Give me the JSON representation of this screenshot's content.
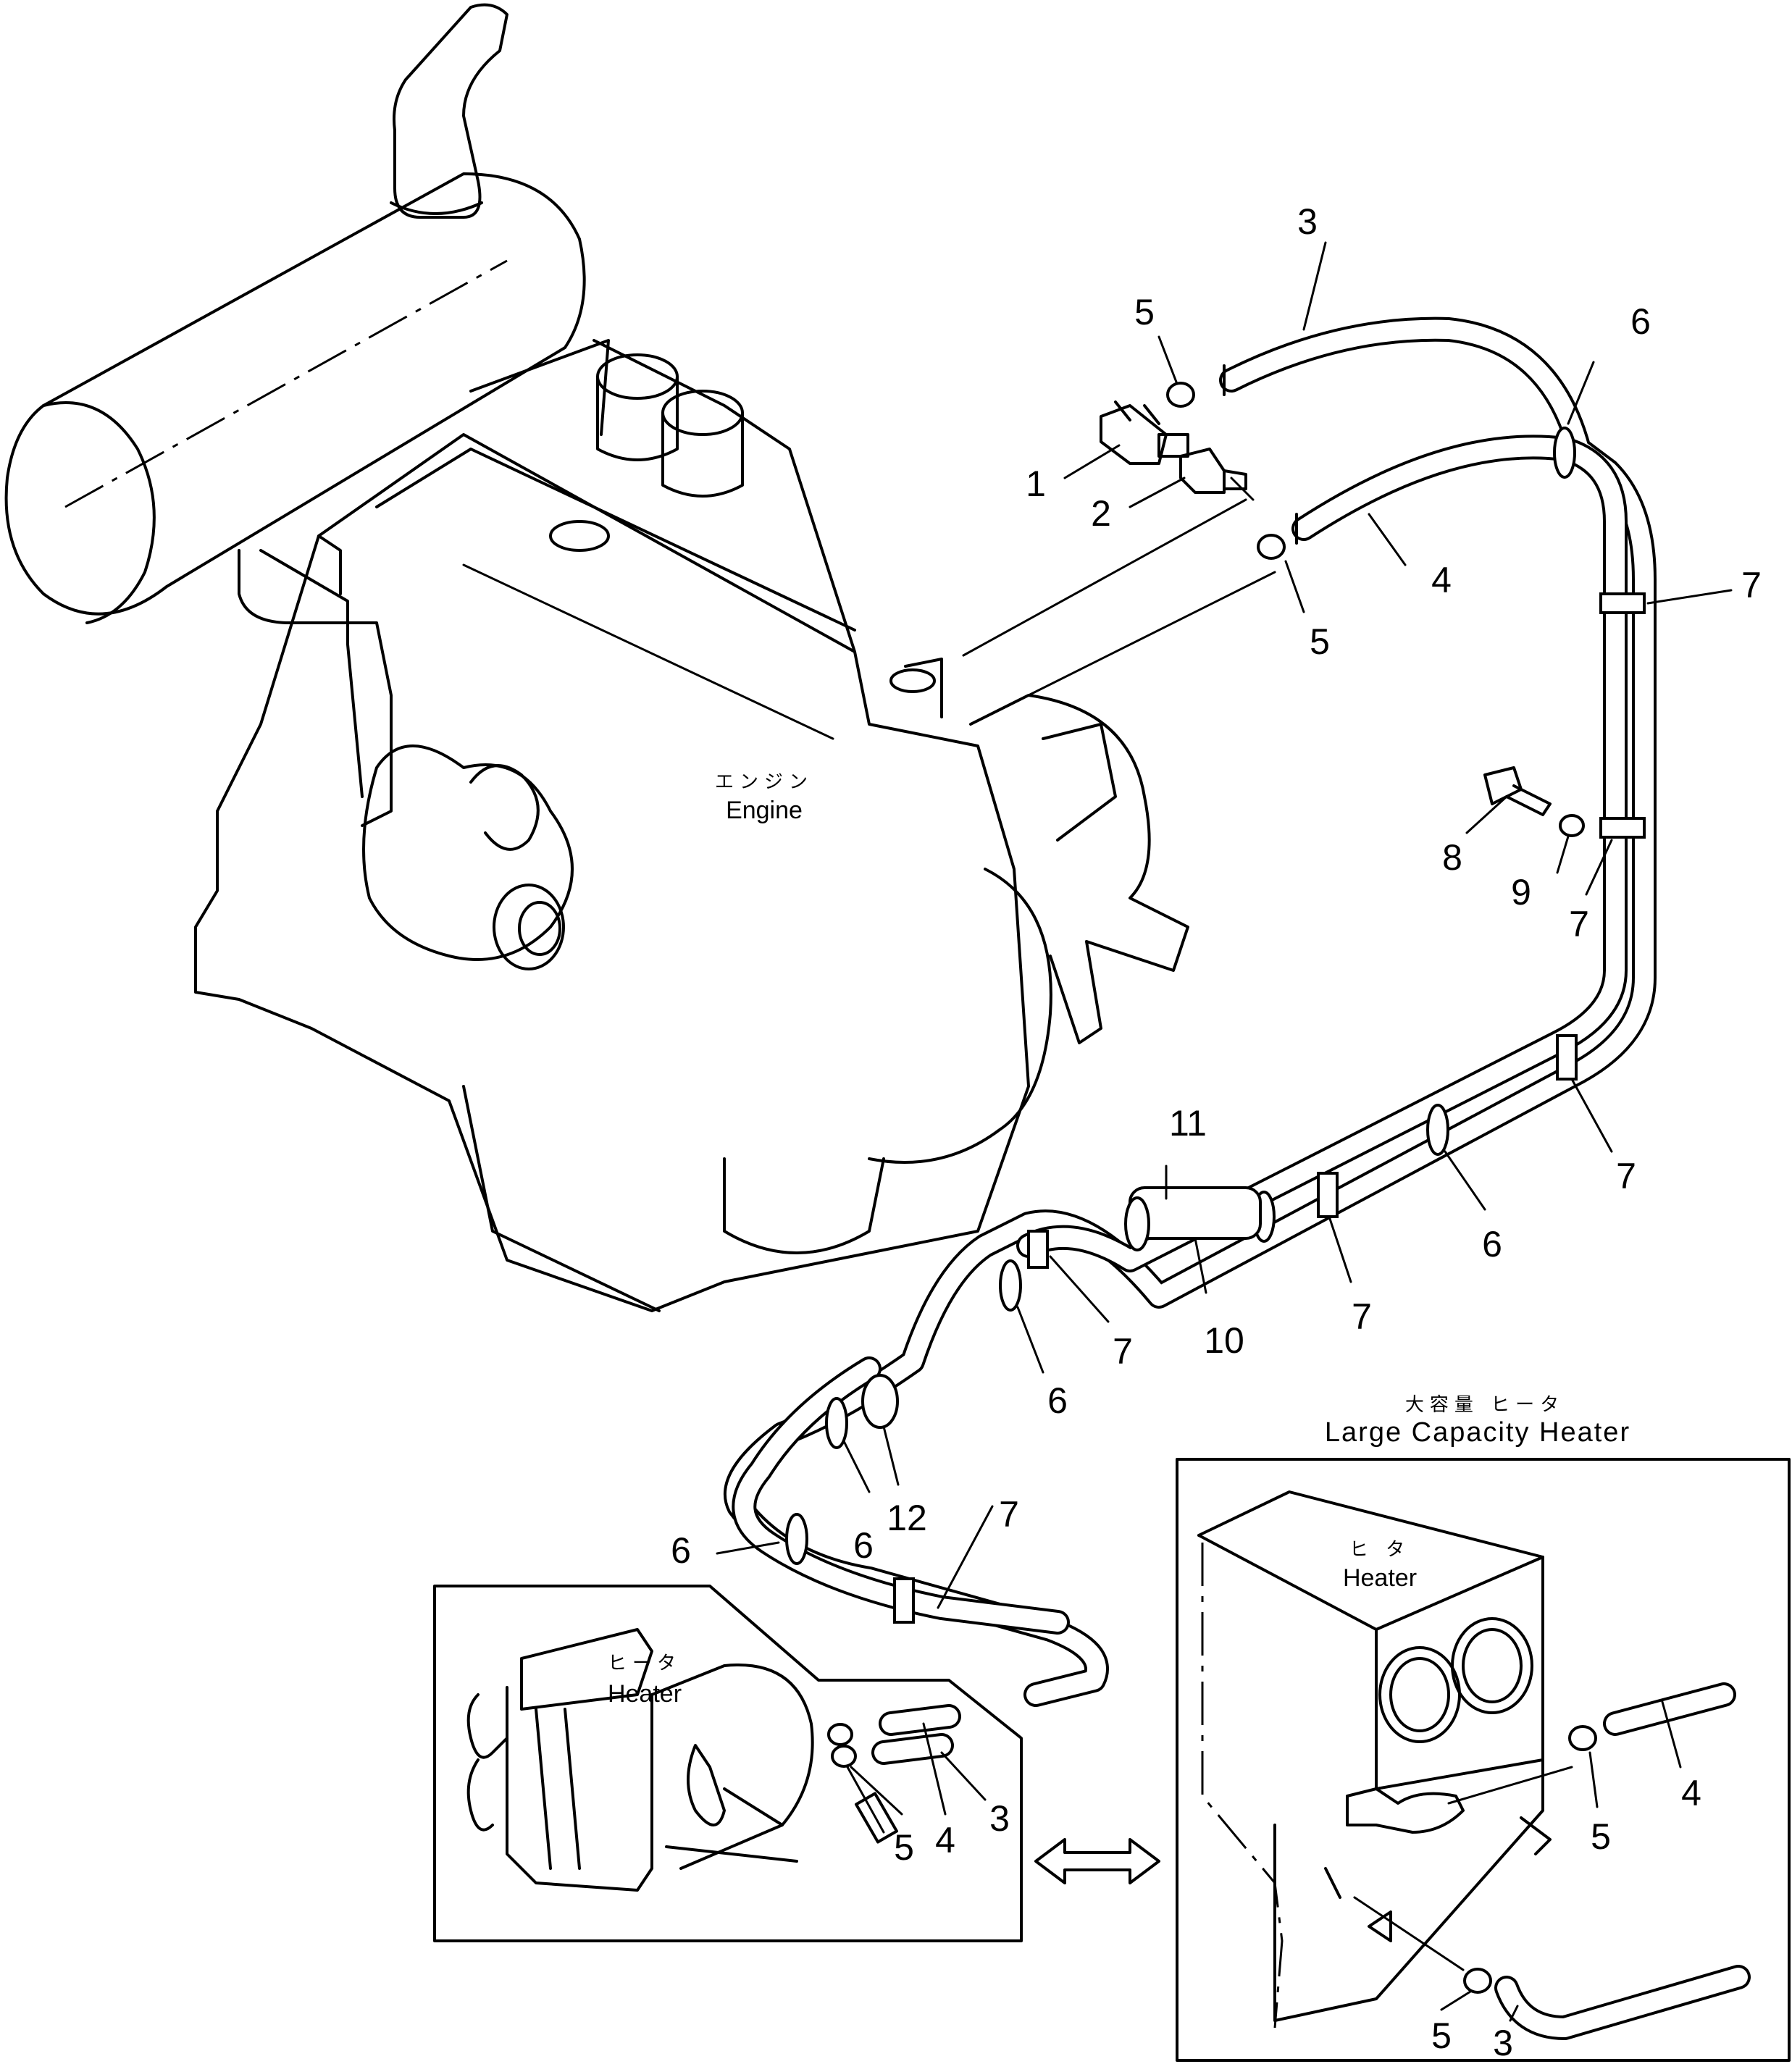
{
  "labels": {
    "engine_jp": "エンジン",
    "engine_en": "Engine",
    "heater_jp": "ヒータ",
    "heater_en": "Heater",
    "large_capacity_jp": "大容量 ヒータ",
    "large_capacity_en": "Large Capacity Heater",
    "inset_heater_jp": "ヒ タ",
    "inset_heater_en": "Heater"
  },
  "callouts": [
    {
      "id": "c1",
      "text": "1"
    },
    {
      "id": "c2",
      "text": "2"
    },
    {
      "id": "c3a",
      "text": "3"
    },
    {
      "id": "c5a",
      "text": "5"
    },
    {
      "id": "c6a",
      "text": "6"
    },
    {
      "id": "c4a",
      "text": "4"
    },
    {
      "id": "c5b",
      "text": "5"
    },
    {
      "id": "c7a",
      "text": "7"
    },
    {
      "id": "c8",
      "text": "8"
    },
    {
      "id": "c9",
      "text": "9"
    },
    {
      "id": "c7b",
      "text": "7"
    },
    {
      "id": "c7c",
      "text": "7"
    },
    {
      "id": "c11",
      "text": "11"
    },
    {
      "id": "c6b",
      "text": "6"
    },
    {
      "id": "c7d",
      "text": "7"
    },
    {
      "id": "c10",
      "text": "10"
    },
    {
      "id": "c7e",
      "text": "7"
    },
    {
      "id": "c6c",
      "text": "6"
    },
    {
      "id": "c12",
      "text": "12"
    },
    {
      "id": "c7f",
      "text": "7"
    },
    {
      "id": "c6d",
      "text": "6"
    },
    {
      "id": "c6e",
      "text": "6"
    },
    {
      "id": "c5c",
      "text": "5"
    },
    {
      "id": "c4b",
      "text": "4"
    },
    {
      "id": "c3b",
      "text": "3"
    },
    {
      "id": "c4c",
      "text": "4"
    },
    {
      "id": "c5d",
      "text": "5"
    },
    {
      "id": "c5e",
      "text": "5"
    },
    {
      "id": "c3c",
      "text": "3"
    }
  ]
}
